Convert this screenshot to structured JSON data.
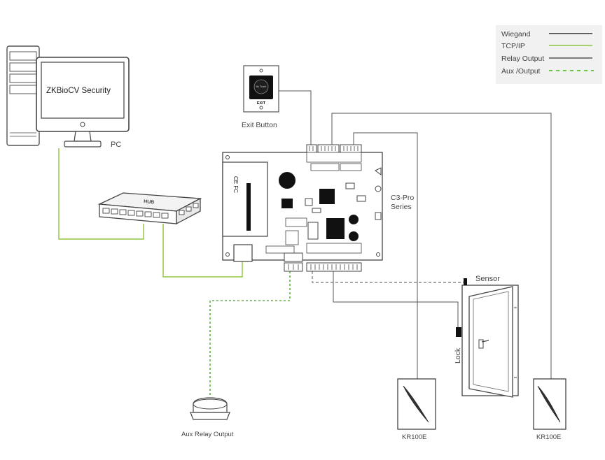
{
  "legend": {
    "items": [
      {
        "label": "Wiegand",
        "color": "#333333",
        "style": "solid"
      },
      {
        "label": "TCP/IP",
        "color": "#8dc63f",
        "style": "solid"
      },
      {
        "label": "Relay Output",
        "color": "#555555",
        "style": "solid"
      },
      {
        "label": "Aux /Output",
        "color": "#5cb83a",
        "style": "dashed"
      }
    ]
  },
  "pc": {
    "screen_text": "ZKBioCV Security",
    "label": "PC"
  },
  "hub": {
    "label": "HUB"
  },
  "exit_button": {
    "label": "Exit Button",
    "face_text": "EXIT",
    "top_text": "No Touch"
  },
  "controller": {
    "label_line1": "C3-Pro",
    "label_line2": "Series"
  },
  "sensor": {
    "label": "Sensor"
  },
  "lock": {
    "label": "Lock"
  },
  "reader_left": {
    "label": "KR100E"
  },
  "reader_right": {
    "label": "KR100E"
  },
  "aux": {
    "label": "Aux Relay Output"
  },
  "colors": {
    "wire_dark": "#555555",
    "wire_green": "#8dc63f",
    "aux_dash": "#5cb83a",
    "sensor_dash": "#8a8a8a"
  }
}
